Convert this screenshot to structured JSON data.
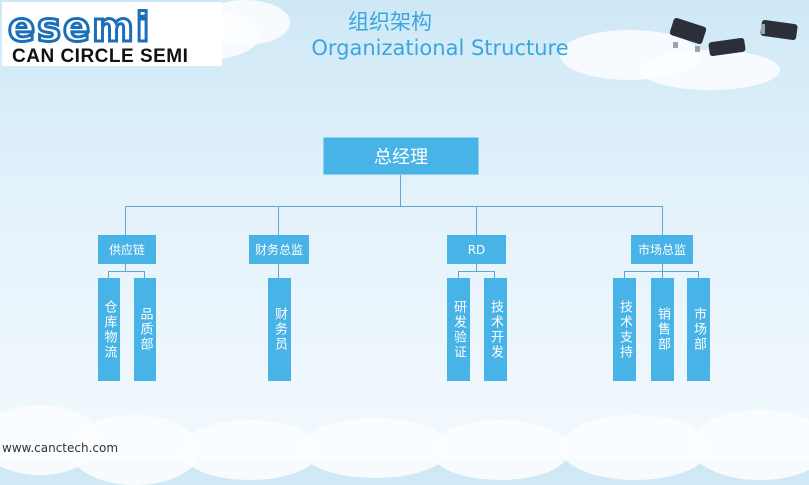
{
  "logo": {
    "mark": "esemi",
    "tagline": "CAN CIRCLE SEMI"
  },
  "title": {
    "cn": "组织架构",
    "en": "Organizational Structure"
  },
  "org": {
    "root": "总经理",
    "departments": [
      {
        "label": "供应链",
        "children": [
          "仓库物流",
          "品质部"
        ]
      },
      {
        "label": "财务总监",
        "children": [
          "财务员"
        ]
      },
      {
        "label": "RD",
        "children": [
          "研发验证",
          "技术开发"
        ]
      },
      {
        "label": "市场总监",
        "children": [
          "技术支持",
          "销售部",
          "市场部"
        ]
      }
    ]
  },
  "footer": {
    "url": "www.canctech.com"
  }
}
